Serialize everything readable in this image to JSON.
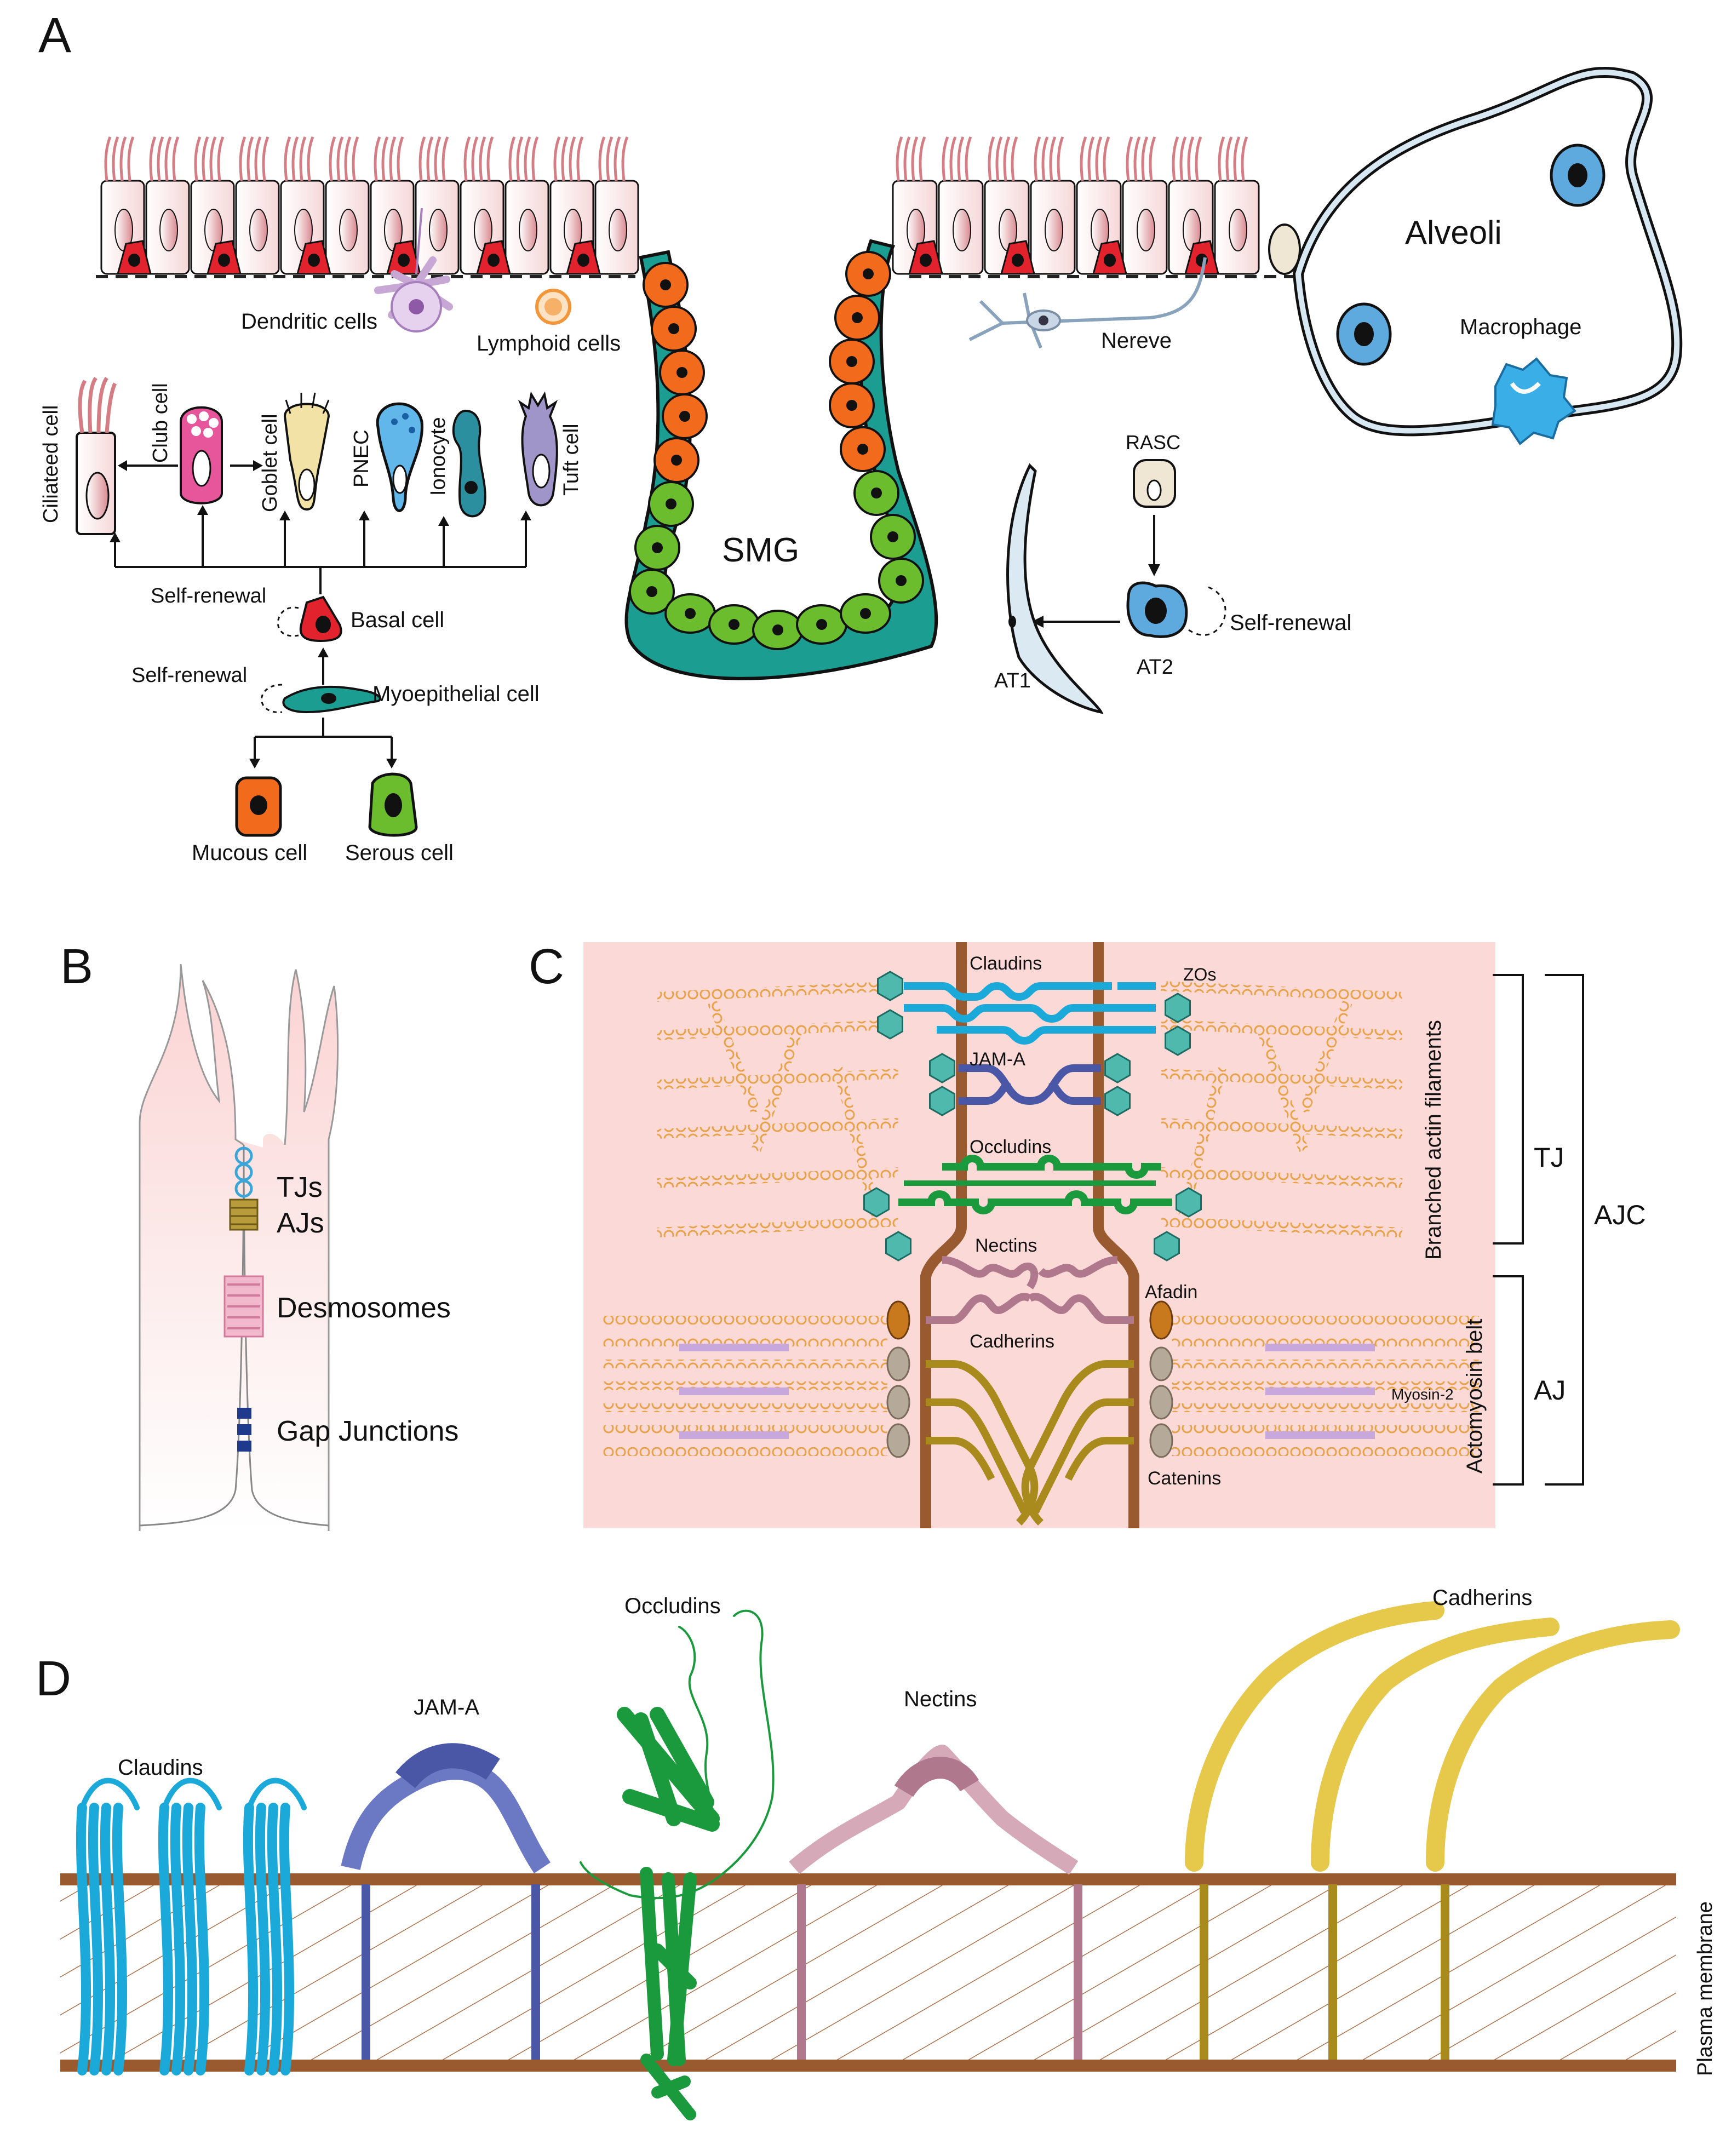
{
  "panels": {
    "a": "A",
    "b": "B",
    "c": "C",
    "d": "D"
  },
  "panel_a": {
    "dendritic": "Dendritic cells",
    "lymphoid": "Lymphoid cells",
    "smg": "SMG",
    "nerve": "Nereve",
    "alveoli": "Alveoli",
    "macrophage": "Macrophage",
    "rasc": "RASC",
    "at2": "AT2",
    "at1": "AT1",
    "self_renewal_at2": "Self-renewal",
    "ciliated": "Ciliateed cell",
    "club": "Club cell",
    "goblet": "Goblet cell",
    "pnec": "PNEC",
    "ionocyte": "Ionocyte",
    "tuft": "Tuft cell",
    "self_renewal_basal": "Self-renewal",
    "basal": "Basal cell",
    "self_renewal_myo": "Self-renewal",
    "myo": "Myoepithelial cell",
    "mucous": "Mucous cell",
    "serous": "Serous cell"
  },
  "panel_b": {
    "tjs": "TJs",
    "ajs": "AJs",
    "desmosomes": "Desmosomes",
    "gap": "Gap Junctions"
  },
  "panel_c": {
    "claudins": "Claudins",
    "zos": "ZOs",
    "jama": "JAM-A",
    "occludins": "Occludins",
    "nectins": "Nectins",
    "afadin": "Afadin",
    "cadherins": "Cadherins",
    "myosin": "Myosin-2",
    "catenins": "Catenins",
    "branched": "Branched actin filaments",
    "actomyosin": "Actomyosin belt",
    "tj": "TJ",
    "aj": "AJ",
    "ajc": "AJC"
  },
  "panel_d": {
    "claudins": "Claudins",
    "jama": "JAM-A",
    "occludins": "Occludins",
    "nectins": "Nectins",
    "cadherins": "Cadherins",
    "membrane": "Plasma membrane"
  },
  "colors": {
    "orange": "#f26b1d",
    "green": "#6bbd2e",
    "teal": "#1c9d91",
    "red": "#e2232d",
    "pink_bg": "#fbd9d6",
    "claudin": "#1aa9d8",
    "jam": "#4a56a6",
    "occludin": "#1a9a3c",
    "nectin": "#b0788c",
    "cadherin": "#a98a1c",
    "membrane": "#9a5a30",
    "actin": "#e8a34a"
  }
}
